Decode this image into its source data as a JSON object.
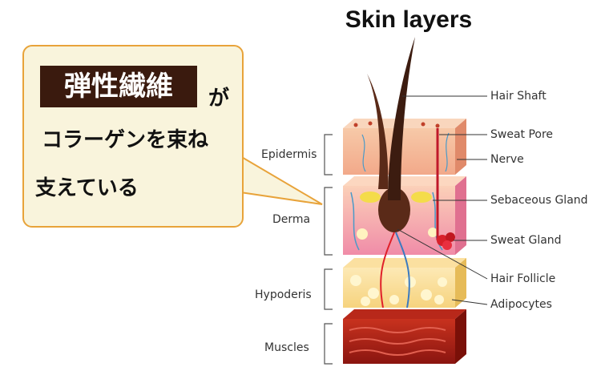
{
  "title": "Skin layers",
  "callout": {
    "highlight": "弾性繊維",
    "suffix": "が",
    "line2": "コラーゲンを束ね",
    "line3": "支えている",
    "colors": {
      "box_bg": "#f9f4dc",
      "border": "#e8a33a",
      "highlight_bg": "#3a1a0e"
    }
  },
  "layers": [
    {
      "name": "Epidermis"
    },
    {
      "name": "Derma"
    },
    {
      "name": "Hypoderis"
    },
    {
      "name": "Muscles"
    }
  ],
  "structures": [
    {
      "name": "Hair Shaft"
    },
    {
      "name": "Sweat Pore"
    },
    {
      "name": "Nerve"
    },
    {
      "name": "Sebaceous Gland"
    },
    {
      "name": "Sweat Gland"
    },
    {
      "name": "Hair Follicle"
    },
    {
      "name": "Adipocytes"
    }
  ]
}
